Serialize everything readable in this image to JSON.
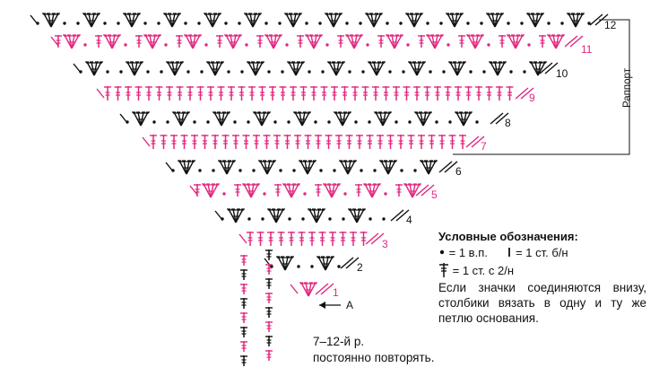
{
  "colors": {
    "black": "#111111",
    "magenta": "#e0287f"
  },
  "row_labels": [
    {
      "text": "1",
      "color": "magenta"
    },
    {
      "text": "2",
      "color": "black"
    },
    {
      "text": "3",
      "color": "magenta"
    },
    {
      "text": "4",
      "color": "black"
    },
    {
      "text": "5",
      "color": "magenta"
    },
    {
      "text": "6",
      "color": "black"
    },
    {
      "text": "7",
      "color": "magenta"
    },
    {
      "text": "8",
      "color": "black"
    },
    {
      "text": "9",
      "color": "magenta"
    },
    {
      "text": "10",
      "color": "black"
    },
    {
      "text": "11",
      "color": "magenta"
    },
    {
      "text": "12",
      "color": "black"
    }
  ],
  "start_marker": "A",
  "rapport_label": "Раппорт",
  "legend": {
    "title": "Условные обозначения:",
    "chain": "= 1 в.п.",
    "sc": "= 1 ст. б/н",
    "dc": "= 1 ст. с 2/н",
    "note": "Если значки соединяются внизу, столбики вязать в одну и ту же петлю основания."
  },
  "repeat_note": {
    "line1": "7–12-й р.",
    "line2": "постоянно повторять."
  },
  "symbols": [
    "chain-dot",
    "single-crochet",
    "double-crochet",
    "double-crochet-fan"
  ]
}
